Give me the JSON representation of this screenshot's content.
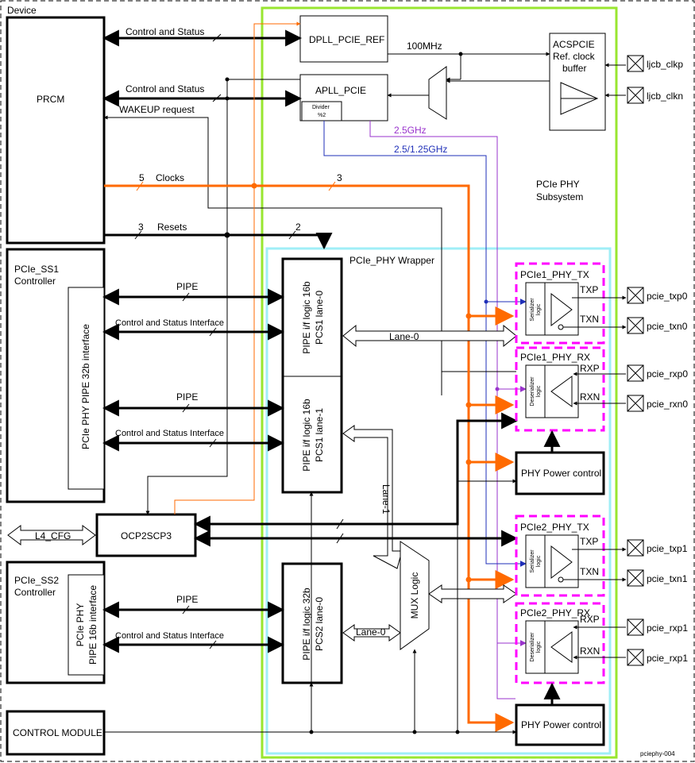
{
  "labels": {
    "device": "Device",
    "prcm": "PRCM",
    "ss1_controller": [
      "PCIe_SS1",
      "Controller"
    ],
    "ss1_interface": "PCIe PHY PIPE 32b interface",
    "l4_cfg": "L4_CFG",
    "ocp2scp3": "OCP2SCP3",
    "ss2_controller": [
      "PCIe_SS2",
      "Controller"
    ],
    "ss2_interface": [
      "PCIe PHY",
      "PIPE 16b interface"
    ],
    "control_module": "CONTROL MODULE",
    "dpll": "DPLL_PCIE_REF",
    "apll": "APLL_PCIE",
    "divider": [
      "Divider",
      "%2"
    ],
    "acspcie": [
      "ACSPCIE",
      "Ref. clock",
      "buffer"
    ],
    "freq_100": "100MHz",
    "freq_25": "2.5GHz",
    "freq_2512": "2.5/1.25GHz",
    "control_status": "Control and Status",
    "wakeup": "WAKEUP request",
    "clocks": "Clocks",
    "resets": "Resets",
    "bus_5": "5",
    "bus_3": "3",
    "bus_2": "2",
    "subsystem": [
      "PCIe PHY",
      "Subsystem"
    ],
    "wrapper": "PCIe_PHY Wrapper",
    "pipe": "PIPE",
    "csi": "Control and Status Interface",
    "pcs1_lane0": [
      "PIPE i/f logic 16b",
      "PCS1 lane-0"
    ],
    "pcs1_lane1": [
      "PIPE i/f logic 16b",
      "PCS1 lane-1"
    ],
    "pcs2_lane0": [
      "PIPE i/f logic 32b",
      "PCS2 lane-0"
    ],
    "lane0": "Lane-0",
    "lane1": "Lane-1",
    "mux": "MUX Logic",
    "phy1_tx": "PCIe1_PHY_TX",
    "phy1_rx": "PCIe1_PHY_RX",
    "phy2_tx": "PCIe2_PHY_TX",
    "phy2_rx": "PCIe2_PHY_RX",
    "serializer": [
      "Serializer",
      "logic"
    ],
    "deserializer": [
      "Deserializer",
      "logic"
    ],
    "txp": "TXP",
    "txn": "TXN",
    "rxp": "RXP",
    "rxn": "RXN",
    "phy_power": "PHY Power control",
    "pins": [
      "ljcb_clkp",
      "ljcb_clkn",
      "pcie_txp0",
      "pcie_txn0",
      "pcie_rxp0",
      "pcie_rxn0",
      "pcie_txp1",
      "pcie_txn1",
      "pcie_rxp1",
      "pcie_rxp1"
    ],
    "figure_id": "pciephy-004"
  },
  "colors": {
    "orange": "#ff6a00",
    "green": "#99e630",
    "cyan": "#9feef7",
    "magenta": "#ff00ff",
    "purple": "#9933cc",
    "blue": "#1f2fb8"
  }
}
